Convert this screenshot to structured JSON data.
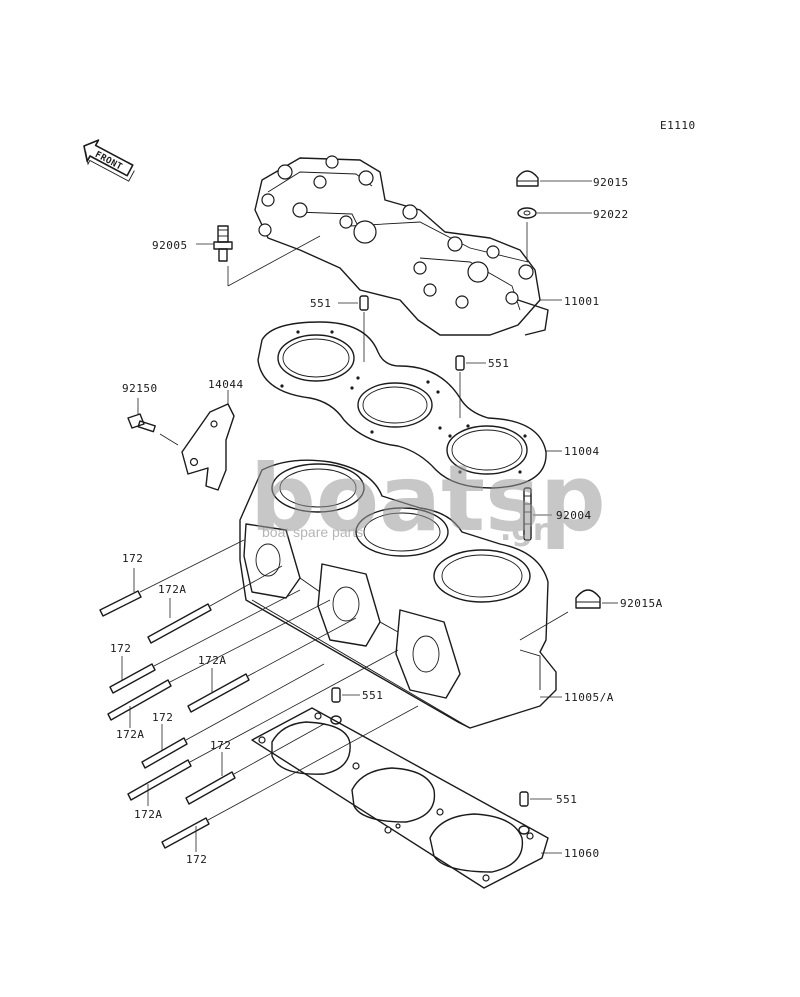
{
  "diagram_code": "E1110",
  "front_label": "FRONT",
  "watermark": {
    "brand": "boatsp",
    "tld": ".gr",
    "tagline": "boat spare parts",
    "color": "#8a8a8a"
  },
  "callouts": [
    {
      "id": "92015",
      "text": "92015"
    },
    {
      "id": "92022",
      "text": "92022"
    },
    {
      "id": "92005",
      "text": "92005"
    },
    {
      "id": "551-a",
      "text": "551"
    },
    {
      "id": "11001",
      "text": "11001"
    },
    {
      "id": "551-b",
      "text": "551"
    },
    {
      "id": "92150",
      "text": "92150"
    },
    {
      "id": "14044",
      "text": "14044"
    },
    {
      "id": "11004",
      "text": "11004"
    },
    {
      "id": "92004",
      "text": "92004"
    },
    {
      "id": "172-a",
      "text": "172"
    },
    {
      "id": "172A-a",
      "text": "172A"
    },
    {
      "id": "92015A",
      "text": "92015A"
    },
    {
      "id": "172-b",
      "text": "172"
    },
    {
      "id": "172A-b",
      "text": "172A"
    },
    {
      "id": "172A-c",
      "text": "172A"
    },
    {
      "id": "551-c",
      "text": "551"
    },
    {
      "id": "11005A",
      "text": "11005/A"
    },
    {
      "id": "172-c",
      "text": "172"
    },
    {
      "id": "172-d",
      "text": "172"
    },
    {
      "id": "172A-d",
      "text": "172A"
    },
    {
      "id": "551-d",
      "text": "551"
    },
    {
      "id": "11060",
      "text": "11060"
    },
    {
      "id": "172-e",
      "text": "172"
    }
  ]
}
